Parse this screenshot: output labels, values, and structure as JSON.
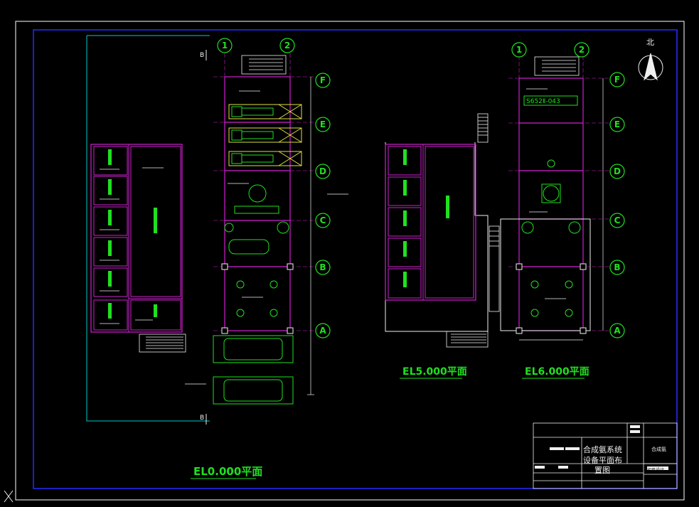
{
  "colors": {
    "background": "#000000",
    "frame": "#2a2aff",
    "border": "#ffffff",
    "magenta": "#d020d0",
    "green": "#20e020",
    "yellow": "#e0e040",
    "cyan": "#00c8c8",
    "white": "#f0f0f0"
  },
  "plans": [
    {
      "id": "el0",
      "title": "EL0.000平面"
    },
    {
      "id": "el5",
      "title": "EL5.000平面"
    },
    {
      "id": "el6",
      "title": "EL6.000平面"
    }
  ],
  "axes": {
    "columns": [
      "1",
      "2"
    ],
    "rows": [
      "A",
      "B",
      "C",
      "D",
      "E",
      "F"
    ]
  },
  "section_mark": "B",
  "el6_tag": "S652Ⅱ-043",
  "north_label": "北",
  "title_block": {
    "drawing_title": "合成氨系统设备平面布置图",
    "project": "合成氨",
    "stage": "初步设计"
  }
}
